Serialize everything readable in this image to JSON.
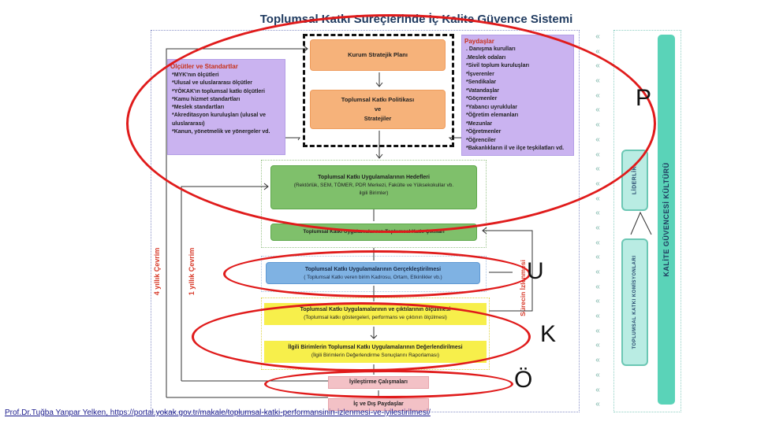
{
  "title": "Toplumsal Katkı Süreçlerinde İç Kalite Güvence Sistemi",
  "standards": {
    "heading": "Ölçütler ve Standartlar",
    "items": [
      "*MYK'nın ölçütleri",
      "*Ulusal ve uluslararası ölçütler",
      "*YÖKAK'ın toplumsal katkı  ölçütleri",
      "*Kamu hizmet standartları",
      "*Meslek standartları",
      "*Akreditasyon kuruluşları (ulusal ve",
      "uluslararası)",
      "*Kanun, yönetmelik ve yönergeler vd."
    ]
  },
  "stakeholders": {
    "heading": "Paydaşlar",
    "items": [
      ". Danışma kurulları",
      ".Meslek odaları",
      "*Sivil toplum kuruluşları",
      "*İşverenler",
      "*Sendikalar",
      "*Vatandaşlar",
      "*Göçmenler",
      "*Yabancı uyruklular",
      "*Öğretim elemanları",
      "*Mezunlar",
      "*Öğretmenler",
      "*Öğrenciler",
      "*Bakanlıkların il ve ilçe teşkilatları vd."
    ]
  },
  "boxes": {
    "strategic_plan": "Kurum Stratejik Planı",
    "policy_l1": "Toplumsal Katkı  Politikası",
    "policy_l2": "ve",
    "policy_l3": "Stratejiler",
    "goals_l1": "Toplumsal Katkı Uygulamalarının Hedefleri",
    "goals_l2": "(Rektörlük, SEM, TÖMER, PDR Merkezi, Fakülte ve Yüksekokullar vb.",
    "goals_l3": "ilgili Birimler)",
    "impact": "Toplumsal Katkı Uygulamalarının Toplumsal Katkı Çıktıları",
    "implementation_l1": "Toplumsal Katkı Uygulamalarının Gerçekleştirilmesi",
    "implementation_l2": "( Toplumsal Katkı veren birim Kadrosu, Ortam, Etkinlikler vb.)",
    "measure_l1": "Toplumsal Katkı Uygulamalarının ve çıktılarının   ölçülmesi",
    "measure_l2": "(Toplumsal katkı göstergeleri, performans ve çıktının     ölçülmesi)",
    "evaluate_l1": "İlgili Birimlerin Toplumsal Katkı Uygulamalarının Değerlendirilmesi",
    "evaluate_l2": "(İlgili Birimlerin Değerlendirme Sonuçlarını Raporlaması)",
    "improve": "İyileştirme Çalışmaları",
    "stakeholders_io": "İç ve Dış Paydaşlar"
  },
  "cycles": {
    "four_year": "4 yıllık Çevrim",
    "one_year": "1 yıllık Çevrim",
    "monitoring": "Sürecin İzlenmesi"
  },
  "quality_culture": {
    "main": "KALİTE GÜVENCESİ KÜLTÜRÜ",
    "leadership": "LİDERLİK",
    "commissions": "TOPLUMSAL KATKI KOMİSYONLARI"
  },
  "right_bar_glyph": "«",
  "pdca": {
    "p": "P",
    "u": "U",
    "k": "K",
    "o": "Ö"
  },
  "footer": "Prof.Dr.Tuğba Yanpar Yelken, https://portal.yokak.gov.tr/makale/toplumsal-katki-performansinin-izlenmesi-ve-iyilestirilmesi/",
  "colors": {
    "annotation": "#e01b1b",
    "accent": "#5ad3b8"
  }
}
